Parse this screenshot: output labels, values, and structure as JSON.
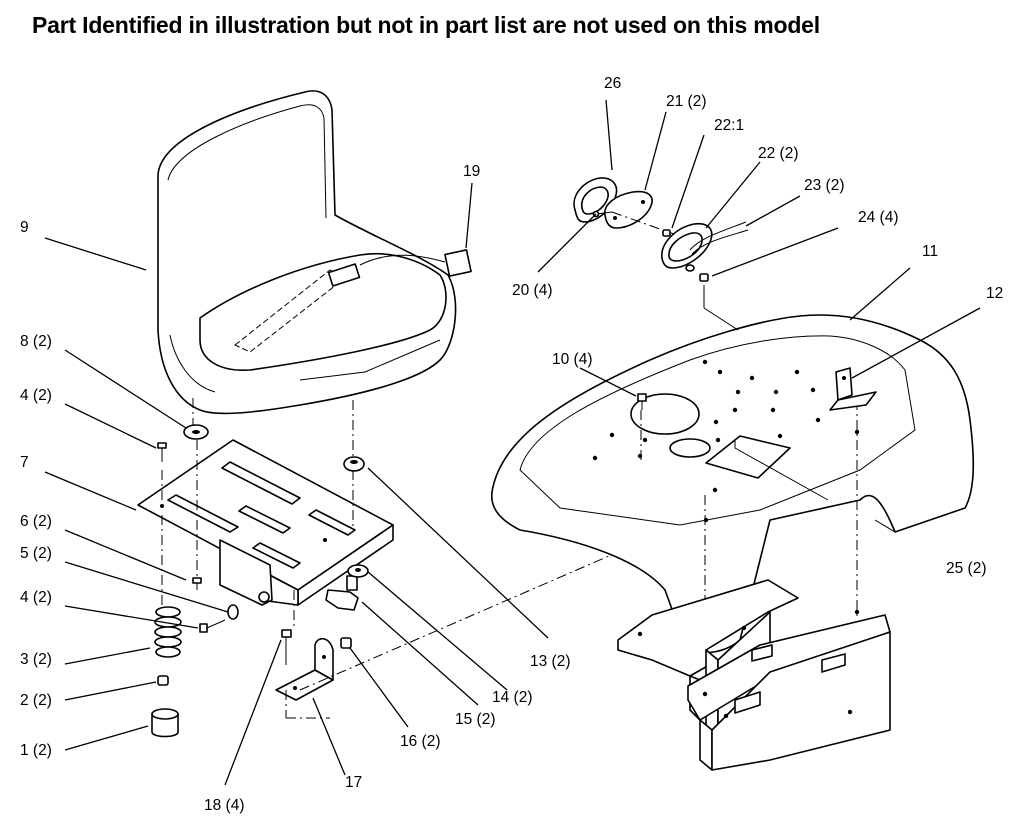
{
  "title": "Part Identified in illustration but not in part list are not used on this model",
  "callouts": {
    "p1": "1 (2)",
    "p2": "2 (2)",
    "p3": "3 (2)",
    "p4a": "4 (2)",
    "p4b": "4 (2)",
    "p5": "5 (2)",
    "p6": "6 (2)",
    "p7": "7",
    "p8": "8 (2)",
    "p9": "9",
    "p10": "10 (4)",
    "p11": "11",
    "p12": "12",
    "p13": "13 (2)",
    "p14": "14 (2)",
    "p15": "15 (2)",
    "p16": "16 (2)",
    "p17": "17",
    "p18": "18 (4)",
    "p19": "19",
    "p20": "20 (4)",
    "p21": "21 (2)",
    "p22a": "22:1",
    "p22b": "22 (2)",
    "p23": "23 (2)",
    "p24": "24 (4)",
    "p25": "25 (2)",
    "p26": "26"
  }
}
